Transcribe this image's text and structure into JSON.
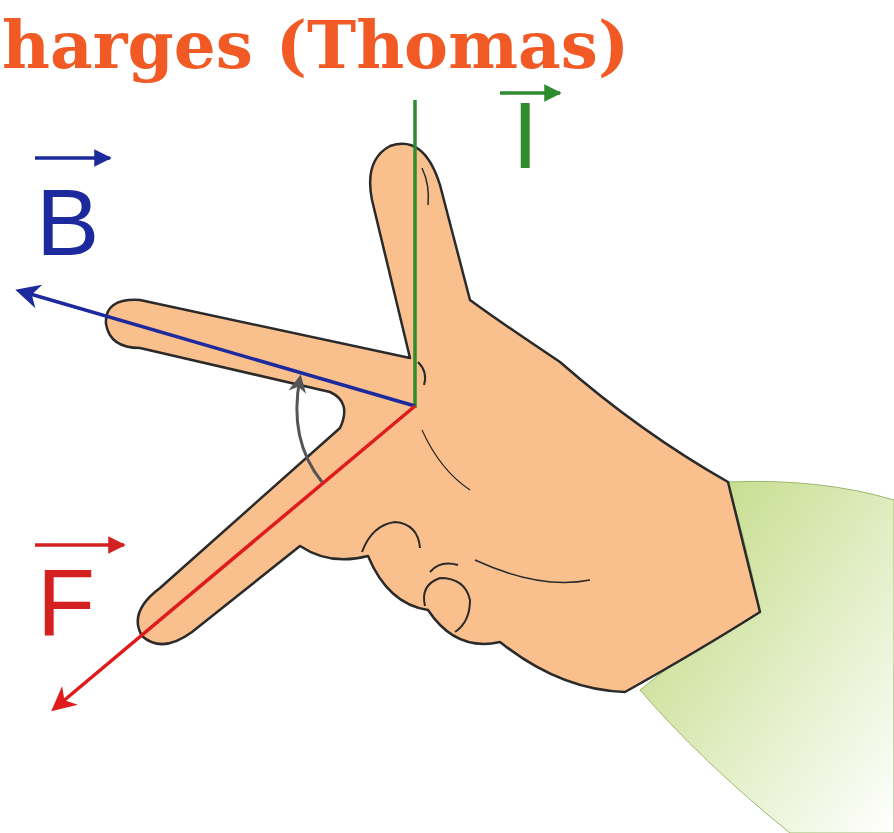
{
  "diagram": {
    "title": "harges (Thomas)",
    "labels": [
      "B",
      "F",
      "I"
    ]
  }
}
